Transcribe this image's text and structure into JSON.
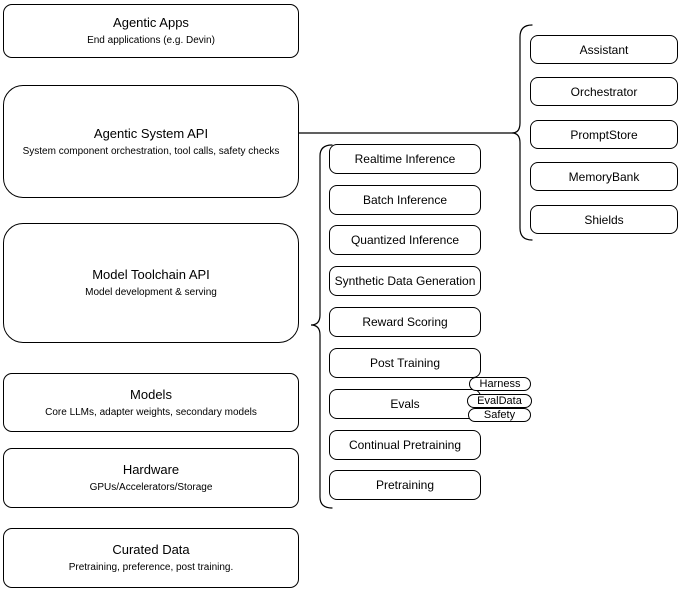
{
  "diagram": {
    "colors": {
      "stroke": "#000000",
      "fill": "#ffffff",
      "text": "#000000",
      "background": "#ffffff"
    },
    "left_stack": [
      {
        "title": "Agentic Apps",
        "subtitle": "End applications (e.g. Devin)"
      },
      {
        "title": "Agentic System API",
        "subtitle": "System component orchestration, tool calls, safety checks"
      },
      {
        "title": "Model Toolchain API",
        "subtitle": "Model development & serving"
      },
      {
        "title": "Models",
        "subtitle": "Core LLMs, adapter weights, secondary models"
      },
      {
        "title": "Hardware",
        "subtitle": "GPUs/Accelerators/Storage"
      },
      {
        "title": "Curated Data",
        "subtitle": "Pretraining, preference, post training."
      }
    ],
    "toolchain": {
      "items": [
        "Realtime Inference",
        "Batch Inference",
        "Quantized Inference",
        "Synthetic Data Generation",
        "Reward Scoring",
        "Post Training",
        "Evals",
        "Continual Pretraining",
        "Pretraining"
      ]
    },
    "eval_badges": [
      "Harness",
      "EvalData",
      "Safety"
    ],
    "system_components": [
      "Assistant",
      "Orchestrator",
      "PromptStore",
      "MemoryBank",
      "Shields"
    ]
  }
}
